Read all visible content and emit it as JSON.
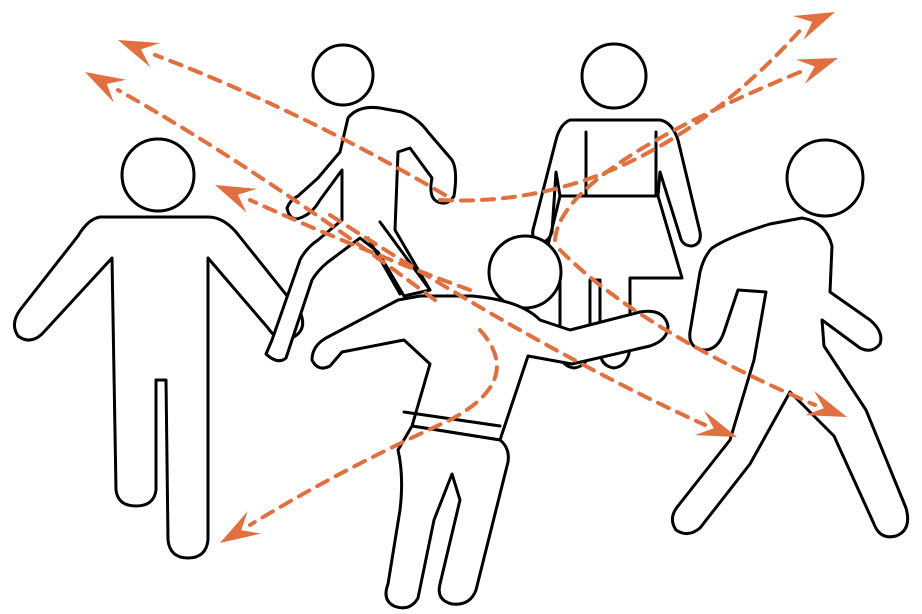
{
  "colors": {
    "background": "#ffffff",
    "figure_outline": "#000000",
    "figure_fill": "#ffffff",
    "arrow": "#e07040"
  },
  "figures": [
    {
      "id": "standing-man",
      "icon": "standing-person-icon"
    },
    {
      "id": "walking-person-back",
      "icon": "walking-person-icon"
    },
    {
      "id": "woman-in-skirt",
      "icon": "woman-person-icon"
    },
    {
      "id": "running-person-center",
      "icon": "running-person-icon"
    },
    {
      "id": "walking-person-right",
      "icon": "walking-person-icon"
    }
  ],
  "arrows": [
    {
      "id": "arrow-1",
      "direction": "upper-left"
    },
    {
      "id": "arrow-2",
      "direction": "upper-left"
    },
    {
      "id": "arrow-3",
      "direction": "upper-right"
    },
    {
      "id": "arrow-4",
      "direction": "upper-right"
    },
    {
      "id": "arrow-5",
      "direction": "left"
    },
    {
      "id": "arrow-6",
      "direction": "lower-right"
    },
    {
      "id": "arrow-7",
      "direction": "lower-right"
    },
    {
      "id": "arrow-8",
      "direction": "lower-left"
    }
  ]
}
